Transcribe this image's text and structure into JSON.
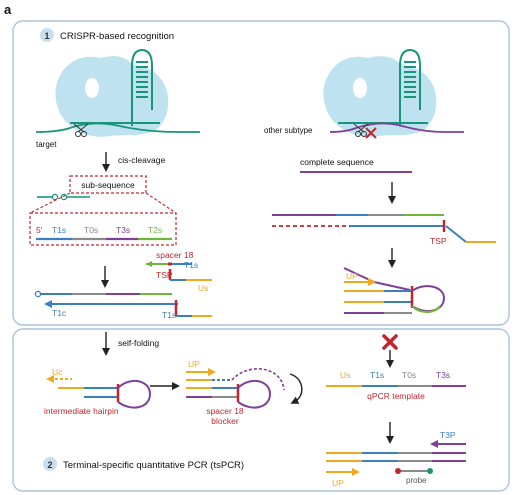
{
  "panel_letter": "a",
  "top_panel": {
    "step_number": "1",
    "title": "CRISPR-based recognition",
    "left": {
      "target_label": "target",
      "cis_cleavage": "cis-cleavage",
      "sub_sequence": "sub-sequence",
      "five_prime": "5'",
      "segments": [
        "T1s",
        "T0s",
        "T3s",
        "T2s"
      ],
      "spacer_label": "spacer 18",
      "tsp_label": "TSP",
      "us_label": "Us",
      "t1s_label": "T1s",
      "t1c_label": "T1c",
      "t1s_label_2": "T1s"
    },
    "right": {
      "other_subtype": "other subtype",
      "complete_sequence": "complete sequence",
      "tsp_label": "TSP",
      "up_label": "UP"
    }
  },
  "bottom_panel": {
    "self_folding": "self-folding",
    "uc_label": "Uc",
    "intermediate_hairpin": "intermediate hairpin",
    "up_label": "UP",
    "spacer_blocker_line1": "spacer 18",
    "spacer_blocker_line2": "blocker",
    "template_segments": [
      "Us",
      "T1s",
      "T0s",
      "T3s"
    ],
    "qpcr_template": "qPCR template",
    "t3p_label": "T3P",
    "up_label_2": "UP",
    "probe_label": "probe",
    "step_number": "2",
    "title": "Terminal-specific quantitative PCR (tsPCR)"
  },
  "colors": {
    "teal": "#17967a",
    "blue": "#3a7fc0",
    "gray": "#8a8a8a",
    "purple": "#7e3f97",
    "green": "#6fb63a",
    "orange": "#f0a820",
    "red": "#c0272d",
    "protein": "#bfe2f0",
    "panel_border": "#a9c4dc"
  }
}
